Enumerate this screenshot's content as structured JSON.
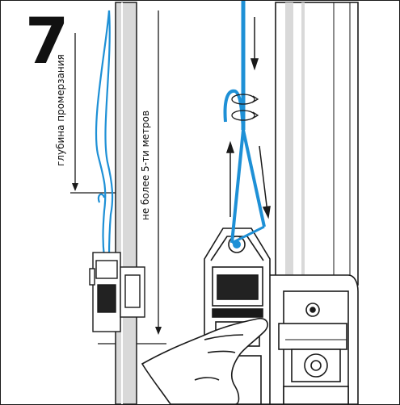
{
  "step_number": "7",
  "labels": {
    "freezing_depth": "глубина промерзания",
    "max_length": "не более 5-ти метров"
  },
  "colors": {
    "cable": "#1e90d6",
    "outline": "#1a1a1a",
    "pipe_fill": "#d9d9d9",
    "body_fill": "#ffffff"
  },
  "icons": {
    "rotation_arrows": "rotate-icon",
    "direction_arrows": "arrow-icon"
  }
}
